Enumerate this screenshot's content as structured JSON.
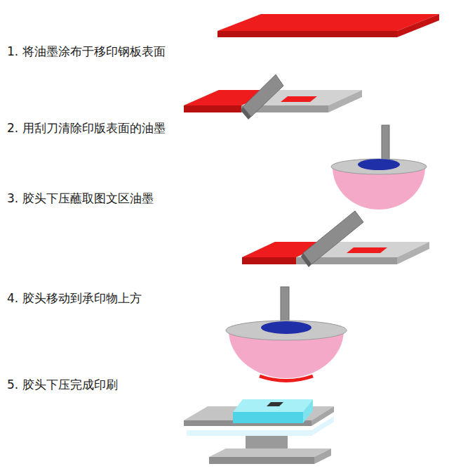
{
  "diagram": {
    "labels": [
      "1. 将油墨涂布于移印钢板表面",
      "2. 用刮刀清除印版表面的油墨",
      "3. 胶头下压蘸取图文区油墨",
      "4. 胶头移动到承印物上方",
      "5.  胶头下压完成印刷"
    ]
  }
}
